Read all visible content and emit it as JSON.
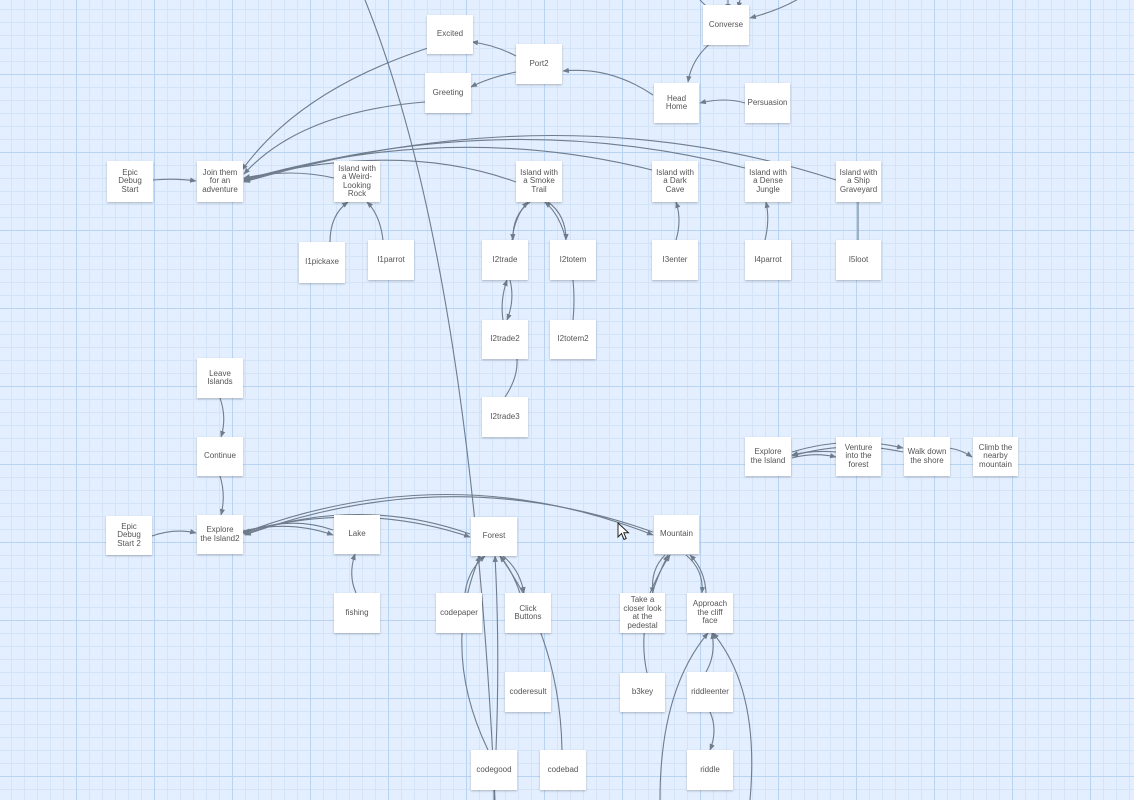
{
  "nodes": [
    {
      "id": "excited",
      "label": "Excited"
    },
    {
      "id": "port2",
      "label": "Port2"
    },
    {
      "id": "greeting",
      "label": "Greeting"
    },
    {
      "id": "converse",
      "label": "Converse"
    },
    {
      "id": "head-home",
      "label": "Head Home"
    },
    {
      "id": "persuasion",
      "label": "Persuasion"
    },
    {
      "id": "epic-debug-start",
      "label": "Epic Debug Start"
    },
    {
      "id": "join-them",
      "label": "Join them for an adventure"
    },
    {
      "id": "island-weird-rock",
      "label": "Island with a Weird-Looking Rock"
    },
    {
      "id": "island-smoke-trail",
      "label": "Island with a Smoke Trail"
    },
    {
      "id": "island-dark-cave",
      "label": "Island with a Dark Cave"
    },
    {
      "id": "island-dense-jungle",
      "label": "Island with a Dense Jungle"
    },
    {
      "id": "island-ship-graveyard",
      "label": "Island with a Ship Graveyard"
    },
    {
      "id": "i1pickaxe",
      "label": "I1pickaxe"
    },
    {
      "id": "i1parrot",
      "label": "I1parrot"
    },
    {
      "id": "i2trade",
      "label": "I2trade"
    },
    {
      "id": "i2totem",
      "label": "I2totem"
    },
    {
      "id": "i3enter",
      "label": "I3enter"
    },
    {
      "id": "i4parrot",
      "label": "I4parrot"
    },
    {
      "id": "i5loot",
      "label": "I5loot"
    },
    {
      "id": "i2trade2",
      "label": "I2trade2"
    },
    {
      "id": "i2totem2",
      "label": "I2totem2"
    },
    {
      "id": "i2trade3",
      "label": "I2trade3"
    },
    {
      "id": "leave-islands",
      "label": "Leave Islands"
    },
    {
      "id": "continue",
      "label": "Continue"
    },
    {
      "id": "explore-the-island",
      "label": "Explore the Island"
    },
    {
      "id": "venture-forest",
      "label": "Venture into the forest"
    },
    {
      "id": "walk-shore",
      "label": "Walk down the shore"
    },
    {
      "id": "climb-mountain",
      "label": "Climb the nearby mountain"
    },
    {
      "id": "epic-debug-start-2",
      "label": "Epic Debug Start 2"
    },
    {
      "id": "explore-the-island2",
      "label": "Explore the Island2"
    },
    {
      "id": "lake",
      "label": "Lake"
    },
    {
      "id": "forest",
      "label": "Forest"
    },
    {
      "id": "mountain",
      "label": "Mountain"
    },
    {
      "id": "fishing",
      "label": "fishing"
    },
    {
      "id": "codepaper",
      "label": "codepaper"
    },
    {
      "id": "click-buttons",
      "label": "Click Buttons"
    },
    {
      "id": "take-closer-look",
      "label": "Take a closer look at the pedestal"
    },
    {
      "id": "approach-cliff",
      "label": "Approach the cliff face"
    },
    {
      "id": "coderesult",
      "label": "coderesult"
    },
    {
      "id": "b3key",
      "label": "b3key"
    },
    {
      "id": "riddleenter",
      "label": "riddleenter"
    },
    {
      "id": "codegood",
      "label": "codegood"
    },
    {
      "id": "codebad",
      "label": "codebad"
    },
    {
      "id": "riddle",
      "label": "riddle"
    }
  ]
}
